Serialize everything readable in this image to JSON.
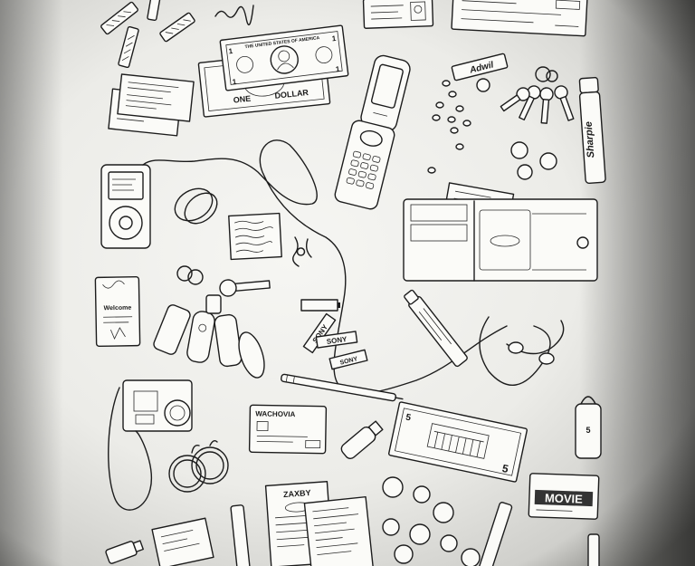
{
  "labels": {
    "adhesive_bandage": "Adwil",
    "marker": "Sharpie",
    "battery": "SONY",
    "bank_card": "WACHOVIA",
    "receipt": "ZAXBY",
    "gift_card": "MOVIE",
    "note_card": "Welcome",
    "banknote_top": "THE UNITED STATES OF AMERICA",
    "five_dollar": "5"
  },
  "colors": {
    "paper": "#f4f4f1",
    "ink": "#1c1c1c",
    "vignette": "#4a4a4a"
  }
}
